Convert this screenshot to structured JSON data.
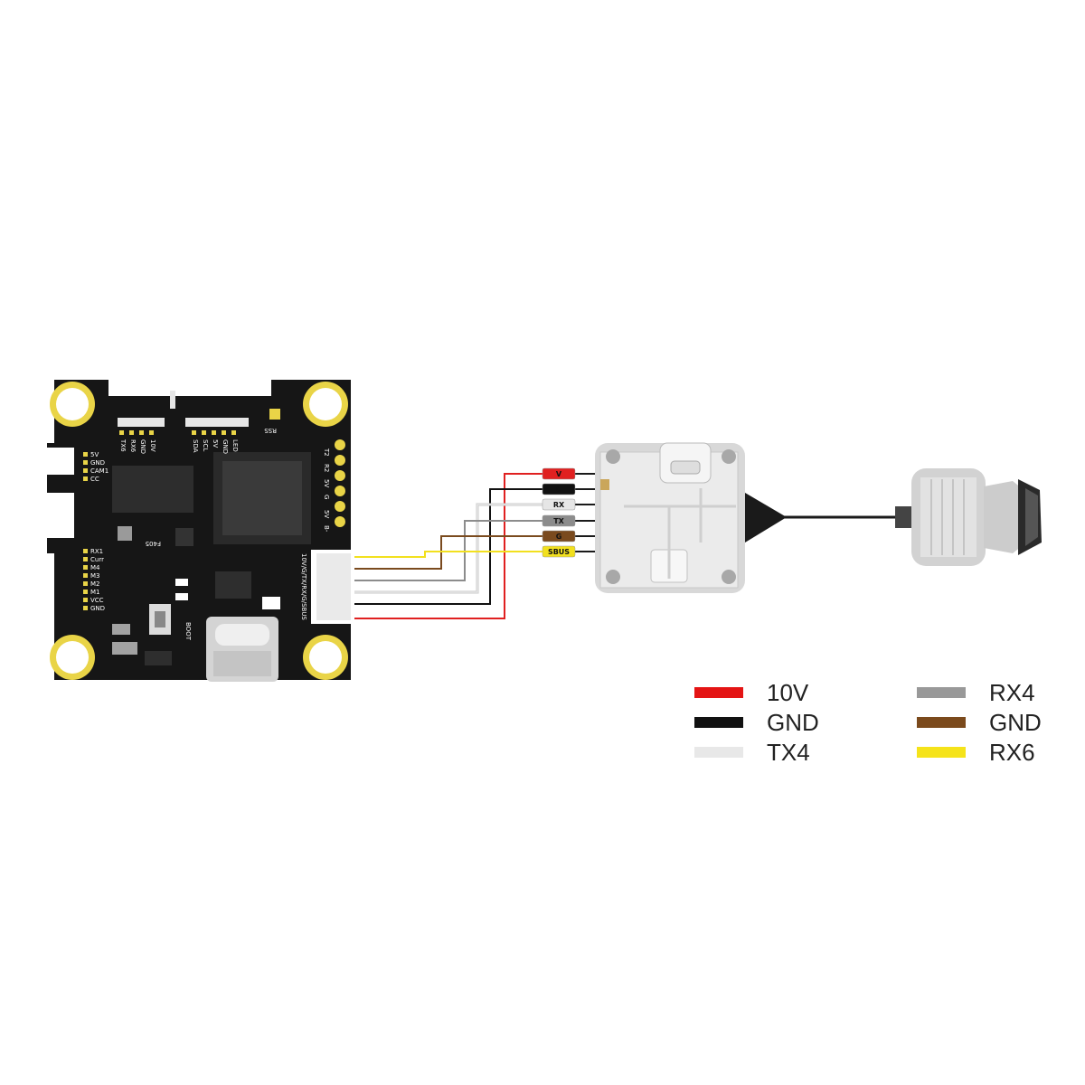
{
  "fc": {
    "chip_label": "F405",
    "boot_label": "BOOT",
    "rss_label": "RSS",
    "left_top_pads": [
      "5V",
      "GND",
      "CAM1",
      "CC"
    ],
    "left_bottom_pads": [
      "RX1",
      "Curr",
      "M4",
      "M3",
      "M2",
      "M1",
      "VCC",
      "GND"
    ],
    "right_pads": [
      "T2",
      "R2",
      "5V",
      "G",
      "5V",
      "B-"
    ],
    "top_pads_left": [
      "TX6",
      "RX6",
      "GND",
      "10V"
    ],
    "top_pads_right": [
      "SDA",
      "SCL",
      "5V",
      "GND",
      "LED"
    ],
    "connector_label": "10V/G/TX/RX/G/SBUS"
  },
  "vtx": {
    "wire_labels": [
      "V",
      "G",
      "RX",
      "TX",
      "G",
      "SBUS"
    ],
    "wire_colors": [
      "#e02020",
      "#111111",
      "#e6e6e6",
      "#8c8c8c",
      "#7a4a1e",
      "#f2e01e"
    ]
  },
  "legend": [
    {
      "label": "10V",
      "color": "#e41414"
    },
    {
      "label": "GND",
      "color": "#111111"
    },
    {
      "label": "TX4",
      "color": "#e8e8e8"
    },
    {
      "label": "RX4",
      "color": "#999999"
    },
    {
      "label": "GND",
      "color": "#7b4a1c"
    },
    {
      "label": "RX6",
      "color": "#f5e31a"
    }
  ]
}
